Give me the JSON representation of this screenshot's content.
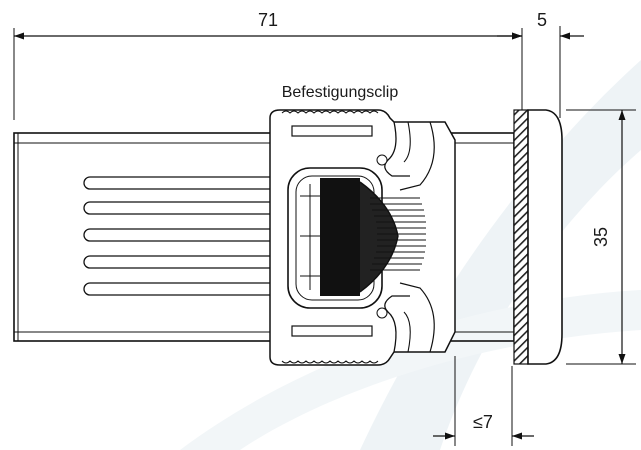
{
  "dimensions": {
    "length": "71",
    "bezel_depth": "5",
    "height": "35",
    "panel_thickness": "≤7"
  },
  "labels": {
    "clip": "Befestigungsclip"
  },
  "colors": {
    "line": "#111111",
    "background_swoosh": "#eef3f6",
    "hatch": "#222222"
  }
}
